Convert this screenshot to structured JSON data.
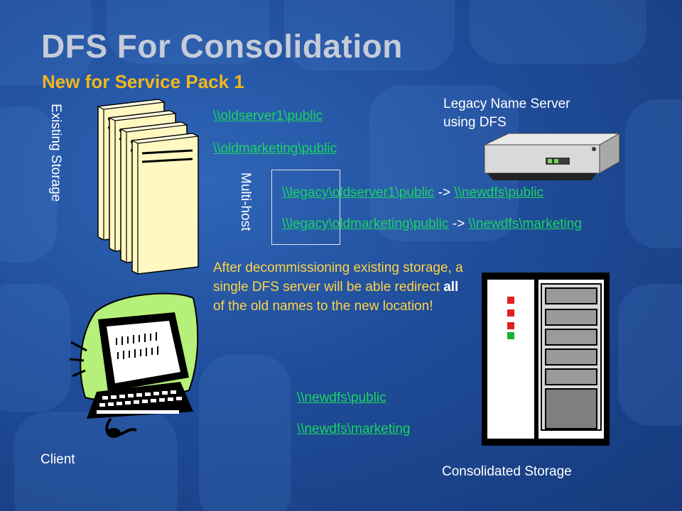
{
  "title": "DFS For Consolidation",
  "subtitle": "New for Service Pack 1",
  "existing_storage": "Existing Storage",
  "multi_host": "Multi-host",
  "old_links": [
    "\\\\oldserver1\\public",
    "\\\\oldmarketing\\public"
  ],
  "legacy_rows": [
    {
      "from": "\\\\legacy\\oldserver1\\public",
      "arrow": " -> ",
      "to": "\\\\newdfs\\public"
    },
    {
      "from": "\\\\legacy\\oldmarketing\\public",
      "arrow": " -> ",
      "to": "\\\\newdfs\\marketing"
    }
  ],
  "legacy_server": {
    "line1": "Legacy Name Server",
    "line2": "using DFS"
  },
  "paragraph": {
    "before": "After decommissioning existing storage, a single DFS server will be able redirect ",
    "emphasis": "all",
    "after": " of the old names to the new location!"
  },
  "new_links": [
    "\\\\newdfs\\public",
    "\\\\newdfs\\marketing"
  ],
  "client": "Client",
  "consolidated_storage": "Consolidated Storage",
  "colors": {
    "background": "#1f4c99",
    "title": "#c5ccd8",
    "subtitle": "#f2b71b",
    "link": "#19d45f",
    "paragraph": "#ffd447",
    "label": "#ffffff"
  },
  "icons": [
    "server-tower-icon",
    "legacy-name-server-icon",
    "consolidated-storage-rack-icon",
    "client-computer-icon"
  ]
}
